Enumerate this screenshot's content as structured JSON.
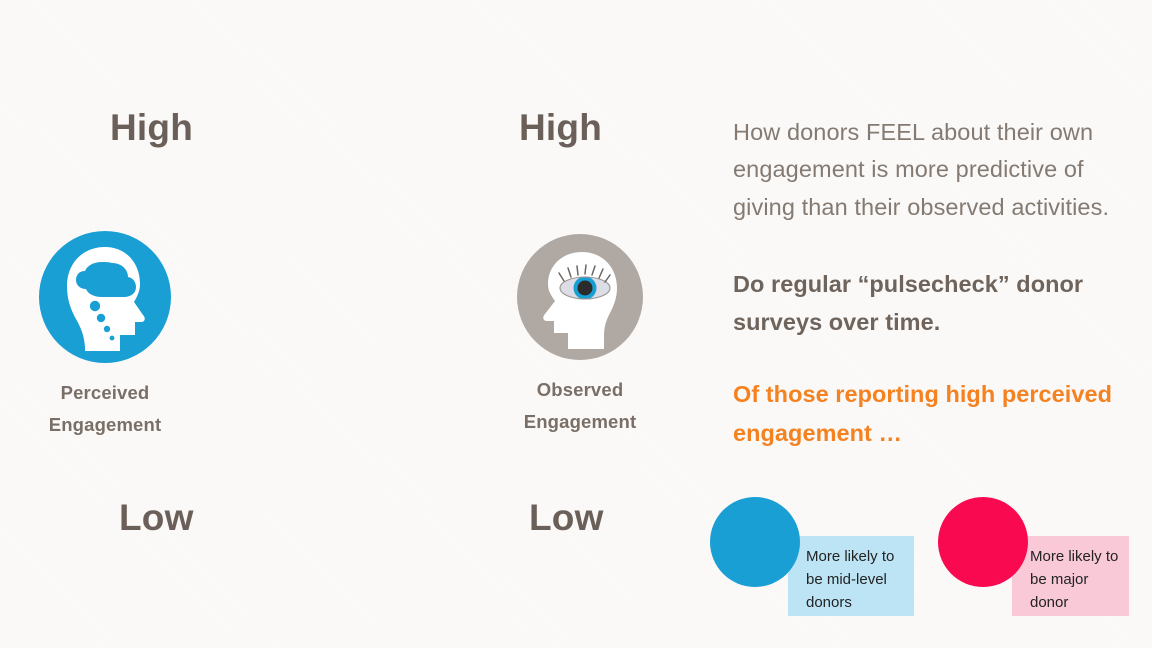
{
  "slide": {
    "background_color": "#fbfaf9",
    "scales": {
      "high_label": "High",
      "low_label": "Low"
    },
    "columns": [
      {
        "key": "perceived",
        "high": "High",
        "low": "Low",
        "icon_name": "head-thought-brain-icon",
        "icon_color": "#1a9fd4",
        "caption_line1": "Perceived",
        "caption_line2": "Engagement"
      },
      {
        "key": "observed",
        "high": "High",
        "low": "Low",
        "icon_name": "head-eye-observed-icon",
        "icon_color": "#b0a9a3",
        "caption_line1": "Observed",
        "caption_line2": "Engagement"
      }
    ],
    "right_column": {
      "lead_paragraph": "How donors FEEL about their own engagement is more predictive of giving than their observed activities.",
      "action_paragraph": "Do regular “pulsecheck” donor surveys over time.",
      "highlight_paragraph": "Of those reporting high perceived engagement …",
      "highlight_color": "#f58220",
      "body_text_color": "#847a72",
      "heading_text_color": "#6b6059"
    },
    "callouts": [
      {
        "key": "mid-level",
        "dot_color": "#1a9fd4",
        "box_color": "#bce4f5",
        "text": "More likely to be mid-level donors"
      },
      {
        "key": "major",
        "dot_color": "#f90a50",
        "box_color": "#f9c9d8",
        "text": "More likely to be major donor"
      }
    ]
  }
}
